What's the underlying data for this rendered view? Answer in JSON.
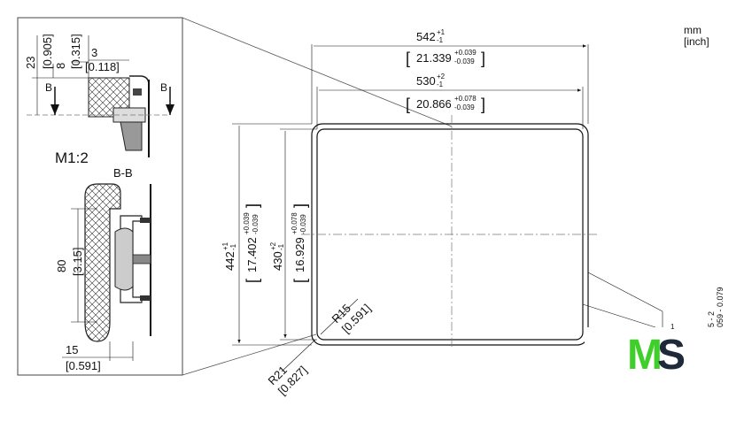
{
  "units": {
    "primary": "mm",
    "secondary": "[inch]"
  },
  "detail": {
    "scale": "M1:2",
    "section_marker": "B",
    "section_title": "B-B",
    "dims": {
      "d23": "23",
      "d23_in": "[0.905]",
      "d8": "8",
      "d8_in": "[0.315]",
      "d3": "3",
      "d3_in": "[0.118]",
      "d80": "80",
      "d80_in": "[3.15]",
      "d15": "15",
      "d15_in": "[0.591]"
    }
  },
  "main": {
    "width_outer": {
      "base": "542",
      "sup": "+1",
      "sub": "-1",
      "inch": "21.339",
      "inch_sup": "+0.039",
      "inch_sub": "-0.039"
    },
    "width_inner": {
      "base": "530",
      "sup": "+2",
      "sub": "-1",
      "inch": "20.866",
      "inch_sup": "+0.078",
      "inch_sub": "-0.039"
    },
    "height_outer": {
      "base": "442",
      "sup": "+1",
      "sub": "-1",
      "inch": "17.402",
      "inch_sup": "+0.039",
      "inch_sub": "-0.039"
    },
    "height_inner": {
      "base": "430",
      "sup": "+2",
      "sub": "-1",
      "inch": "16.929",
      "inch_sup": "+0.078",
      "inch_sub": "-0.039"
    },
    "radius_inner": {
      "label": "R15",
      "inch": "[0.591]"
    },
    "radius_outer": {
      "label": "R21",
      "inch": "[0.827]"
    },
    "thickness": {
      "label": "5 - 2",
      "inch": "059 - 0.079"
    }
  },
  "marks": {
    "corner_label": "1"
  },
  "logo": {
    "letter1": "M",
    "letter2": "S",
    "color1": "#3fcf2a",
    "color2": "#1e2a3a"
  }
}
